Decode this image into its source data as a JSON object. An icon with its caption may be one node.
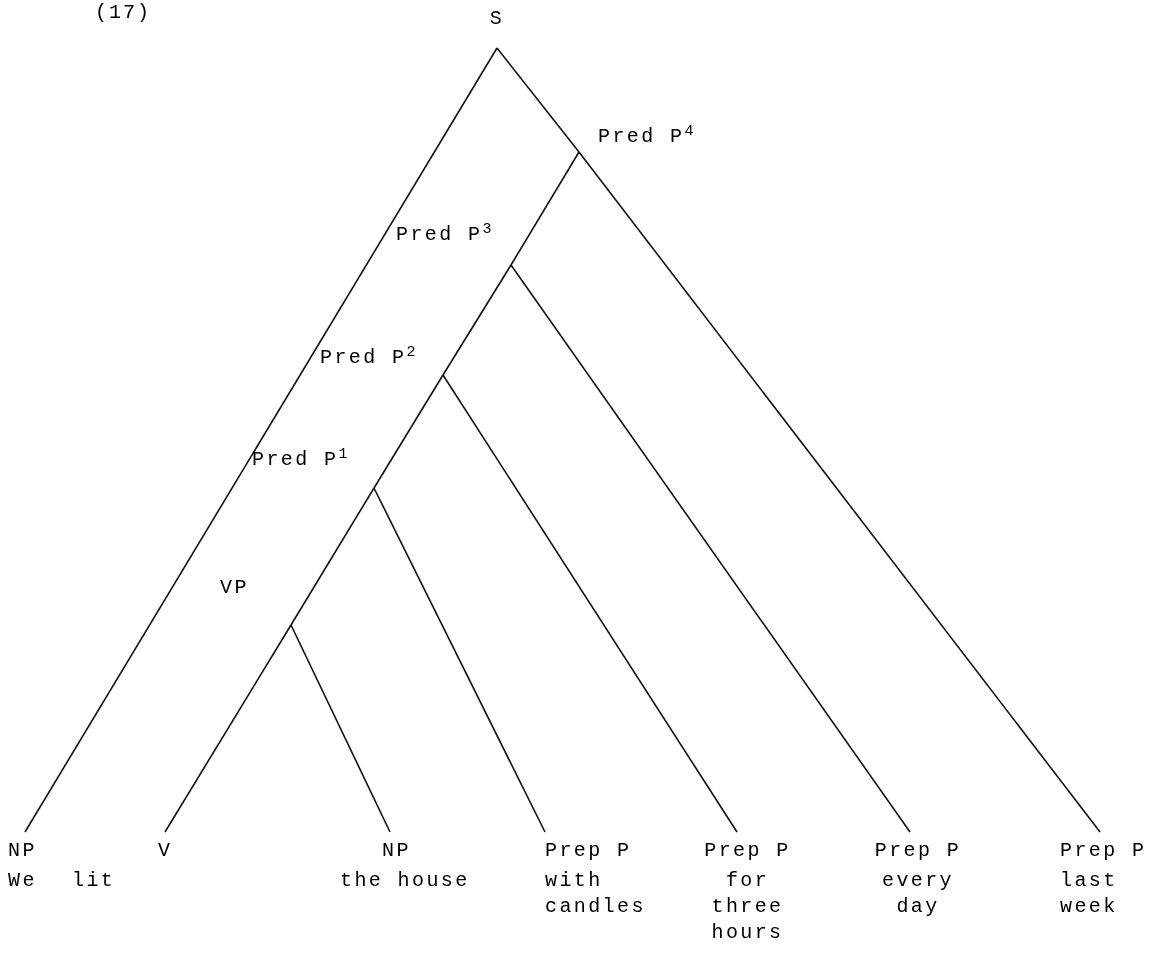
{
  "diagram": {
    "nodes": [
      {
        "text": [
          "S"
        ]
      },
      {
        "text": [
          "Pred P$^{4}$"
        ]
      },
      {
        "text": [
          "Pred P$^{3}$"
        ]
      },
      {
        "text": [
          "Pred P$^{2}$"
        ]
      },
      {
        "text": [
          "Pred P$^{1}$"
        ]
      },
      {
        "text": [
          "VP"
        ]
      },
      {
        "text": [
          "NP",
          "We"
        ]
      },
      {
        "text": [
          "V",
          "lit"
        ]
      },
      {
        "text": [
          "NP",
          "the house"
        ]
      },
      {
        "text": [
          "Prep P",
          "with candles"
        ]
      },
      {
        "text": [
          "Prep P",
          "for three hours"
        ]
      },
      {
        "text": [
          "Prep P",
          "every day"
        ]
      },
      {
        "text": [
          "Prep P",
          "last week"
        ]
      }
    ],
    "edges": [
      {
        "from": 0,
        "to": 6,
        "arrow": "none"
      },
      {
        "from": 0,
        "to": 1,
        "arrow": "none"
      },
      {
        "from": 1,
        "to": 12,
        "arrow": "none"
      },
      {
        "from": 1,
        "to": 2,
        "arrow": "none"
      },
      {
        "from": 2,
        "to": 11,
        "arrow": "none"
      },
      {
        "from": 2,
        "to": 3,
        "arrow": "none"
      },
      {
        "from": 3,
        "to": 10,
        "arrow": "none"
      },
      {
        "from": 3,
        "to": 4,
        "arrow": "none"
      },
      {
        "from": 4,
        "to": 9,
        "arrow": "none"
      },
      {
        "from": 4,
        "to": 5,
        "arrow": "none"
      },
      {
        "from": 5,
        "to": 8,
        "arrow": "none"
      },
      {
        "from": 5,
        "to": 7,
        "arrow": "none"
      }
    ],
    "labels": [
      "(17)"
    ]
  }
}
